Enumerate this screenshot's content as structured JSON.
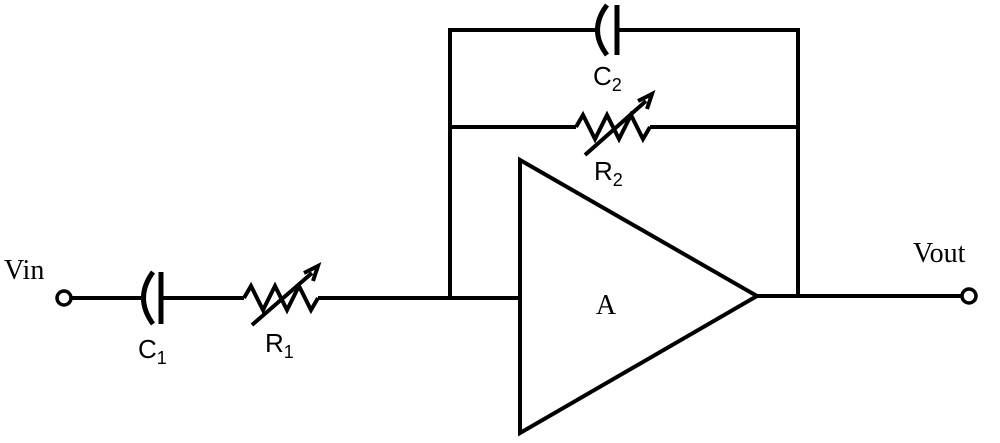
{
  "diagram": {
    "terminals": {
      "input_label": "Vin",
      "output_label": "Vout"
    },
    "amplifier": {
      "label": "A"
    },
    "components": {
      "c1": {
        "letter": "C",
        "subscript": "1"
      },
      "r1": {
        "letter": "R",
        "subscript": "1"
      },
      "c2": {
        "letter": "C",
        "subscript": "2"
      },
      "r2": {
        "letter": "R",
        "subscript": "2"
      }
    }
  }
}
